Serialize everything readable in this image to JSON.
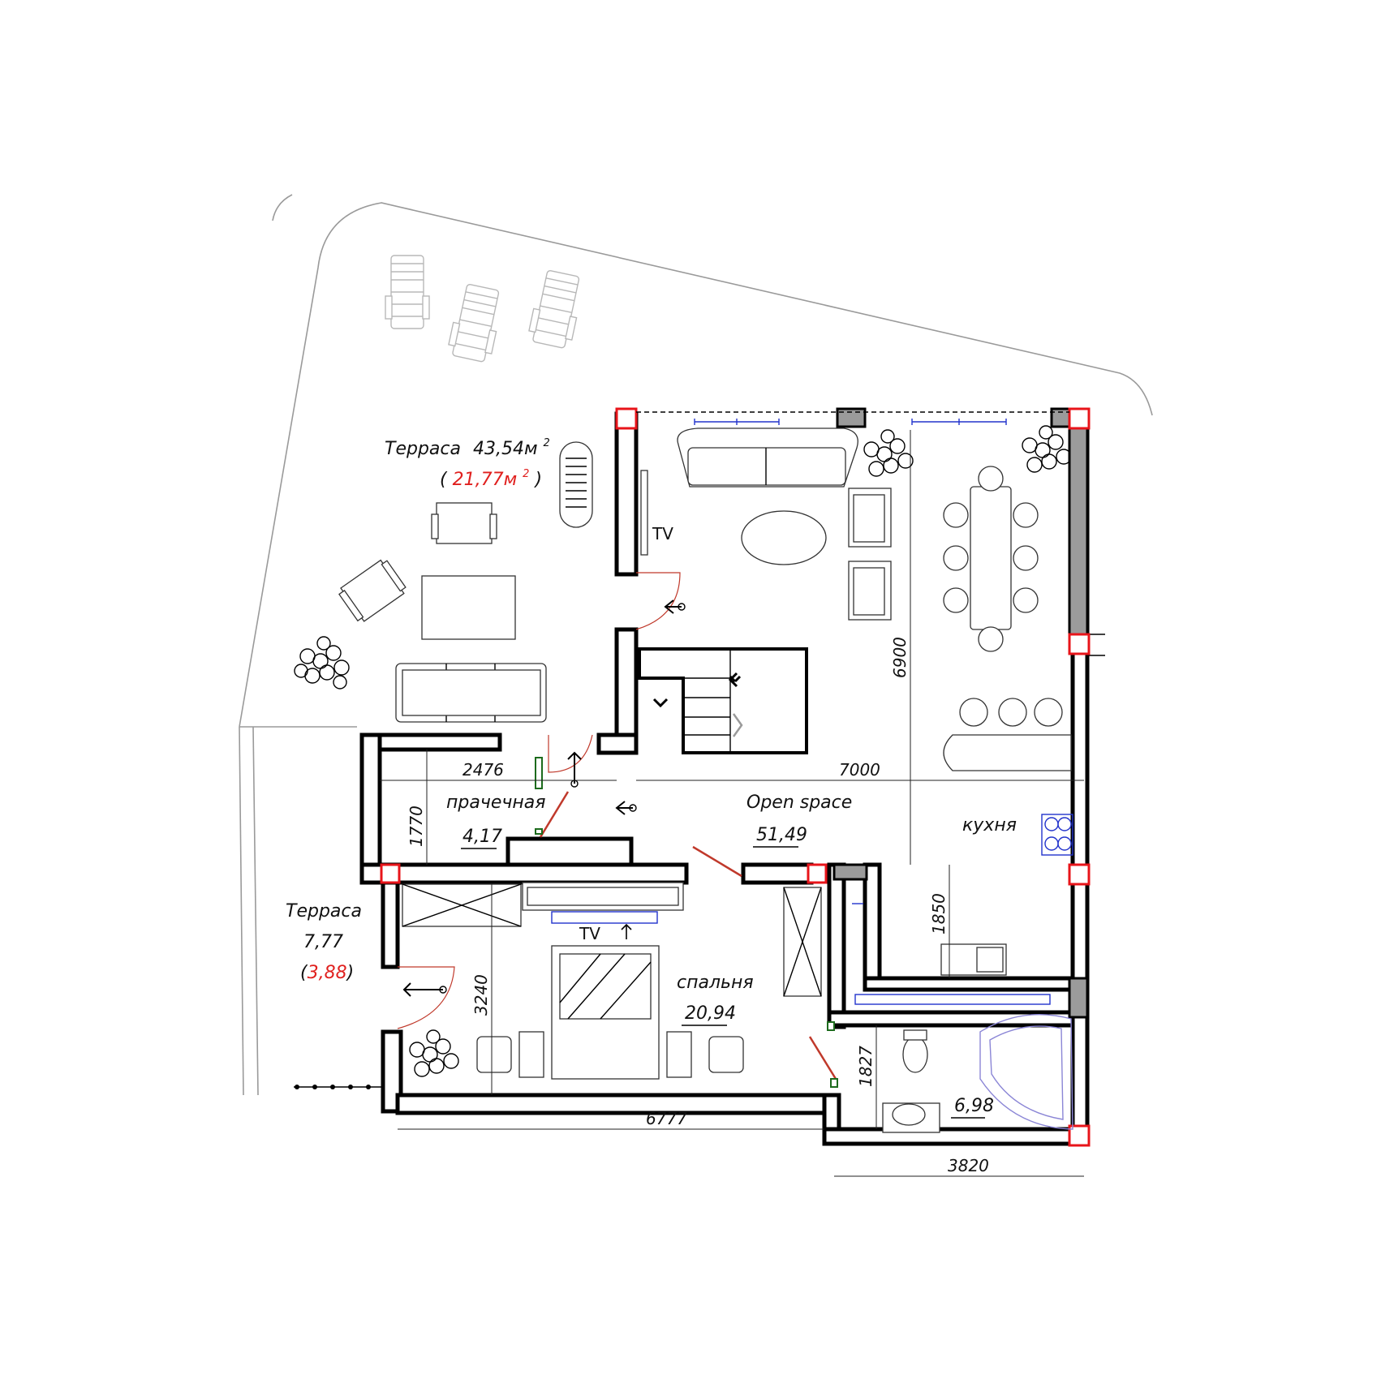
{
  "rooms": {
    "terrace_big": {
      "name": "Терраса",
      "area": "43,54м",
      "area_sup": "2",
      "half_area": "21,77м",
      "half_sup": "2"
    },
    "terrace_small": {
      "name": "Терраса",
      "area": "7,77",
      "half_area": "3,88"
    },
    "laundry": {
      "name": "прачечная",
      "area": "4,17"
    },
    "open_space": {
      "name": "Open space",
      "area": "51,49"
    },
    "kitchen": {
      "name": "кухня"
    },
    "bedroom": {
      "name": "спальня",
      "area": "20,94"
    },
    "bathroom": {
      "area": "6,98"
    }
  },
  "tv_labels": {
    "living": "TV",
    "bedroom": "TV"
  },
  "dimensions": {
    "d2476": "2476",
    "d7000": "7000",
    "d6900": "6900",
    "d1770": "1770",
    "d1850": "1850",
    "d3240": "3240",
    "d1827": "1827",
    "d6777": "6777",
    "d3820": "3820"
  },
  "colors": {
    "wall": "#000000",
    "column": "#e8141a",
    "grey_wall": "#9b9b9b",
    "fixture": "#2233cc",
    "door_swing": "#c0392b",
    "half_area": "#e0201e"
  }
}
